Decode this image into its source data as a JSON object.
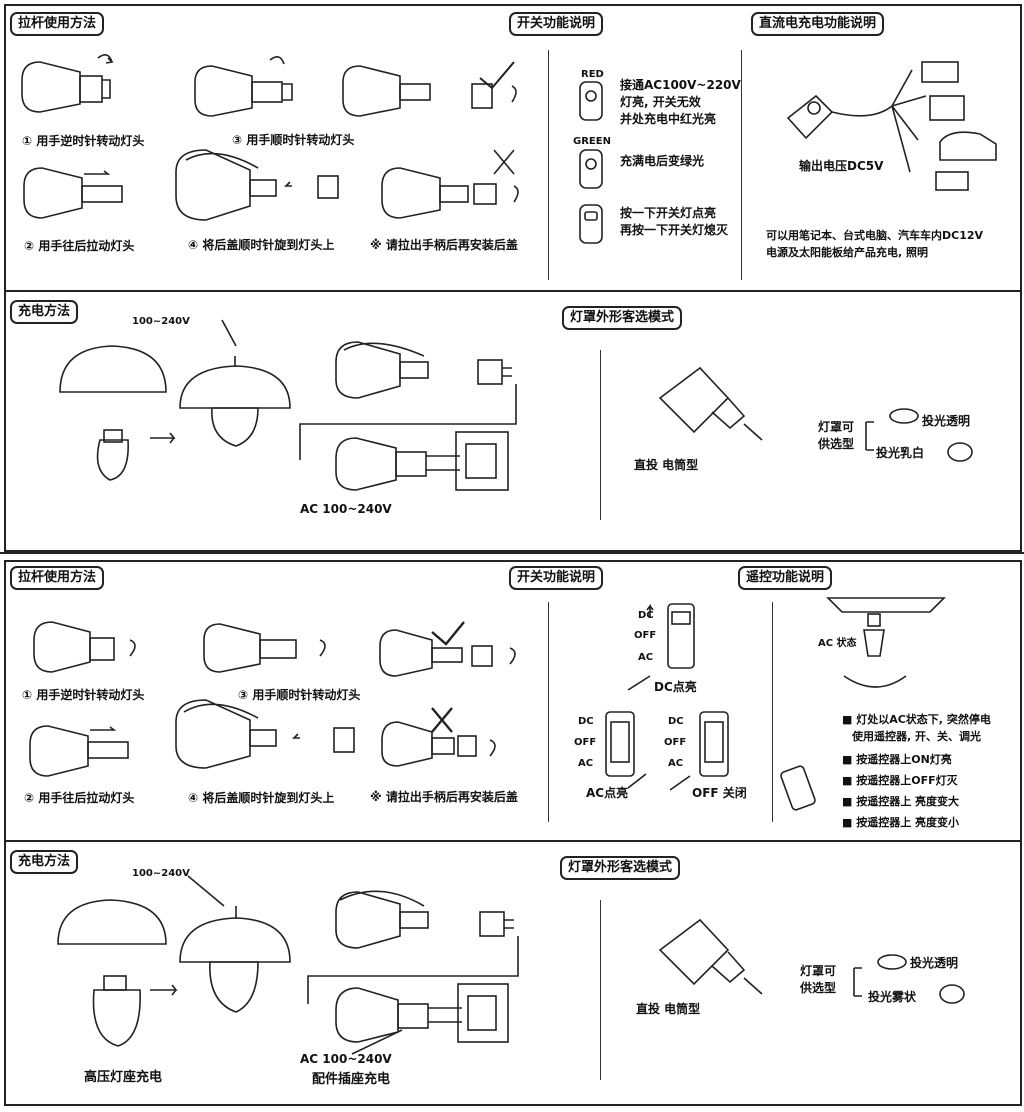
{
  "top": {
    "pull_rod": {
      "title": "拉杆使用方法",
      "step1": "① 用手逆时针转动灯头",
      "step2": "② 用手往后拉动灯头",
      "step3": "③ 用手顺时针转动灯头",
      "step4": "④ 将后盖顺时针旋到灯头上",
      "note": "※  请拉出手柄后再安装后盖"
    },
    "switch": {
      "title": "开关功能说明",
      "red": "RED",
      "green": "GREEN",
      "red_line1": "接通AC100V~220V",
      "red_line2": "灯亮, 开关无效",
      "red_line3": "并处充电中红光亮",
      "green_line1": "充满电后变绿光",
      "btn_line1": "按一下开关灯点亮",
      "btn_line2": "再按一下开关灯熄灭"
    },
    "dc": {
      "title": "直流电充电功能说明",
      "output": "输出电压DC5V",
      "desc_line1": "可以用笔记本、台式电脑、汽车车内DC12V",
      "desc_line2": "电源及太阳能板给产品充电, 照明"
    },
    "charge": {
      "title": "充电方法",
      "voltage_top": "100~240V",
      "voltage_ac": "AC 100~240V"
    },
    "shade": {
      "title": "灯罩外形客选模式",
      "label_line1": "灯罩可",
      "label_line2": "供选型",
      "opt1": "投光透明",
      "opt2": "投光乳白",
      "type": "直投  电筒型"
    }
  },
  "bottom": {
    "pull_rod": {
      "title": "拉杆使用方法",
      "step1": "① 用手逆时针转动灯头",
      "step2": "② 用手往后拉动灯头",
      "step3": "③ 用手顺时针转动灯头",
      "step4": "④ 将后盖顺时针旋到灯头上",
      "note": "※  请拉出手柄后再安装后盖"
    },
    "switch": {
      "title": "开关功能说明",
      "dc": "DC",
      "off": "OFF",
      "ac": "AC",
      "dc_on": "DC点亮",
      "ac_on": "AC点亮",
      "off_close": "OFF 关闭"
    },
    "remote": {
      "title": "遥控功能说明",
      "ac_state": "AC 状态",
      "line1": "■ 灯处以AC状态下, 突然停电",
      "line2": "使用遥控器, 开、关、调光",
      "line3": "■  按遥控器上ON灯亮",
      "line4": "■  按遥控器上OFF灯灭",
      "line5": "■  按遥控器上    亮度变大",
      "line6": "■  按遥控器上    亮度变小"
    },
    "charge": {
      "title": "充电方法",
      "voltage_top": "100~240V",
      "voltage_ac": "AC 100~240V",
      "cap1": "高压灯座充电",
      "cap2": "配件插座充电"
    },
    "shade": {
      "title": "灯罩外形客选模式",
      "label_line1": "灯罩可",
      "label_line2": "供选型",
      "opt1": "投光透明",
      "opt2": "投光雾状",
      "type": "直投  电筒型"
    }
  }
}
